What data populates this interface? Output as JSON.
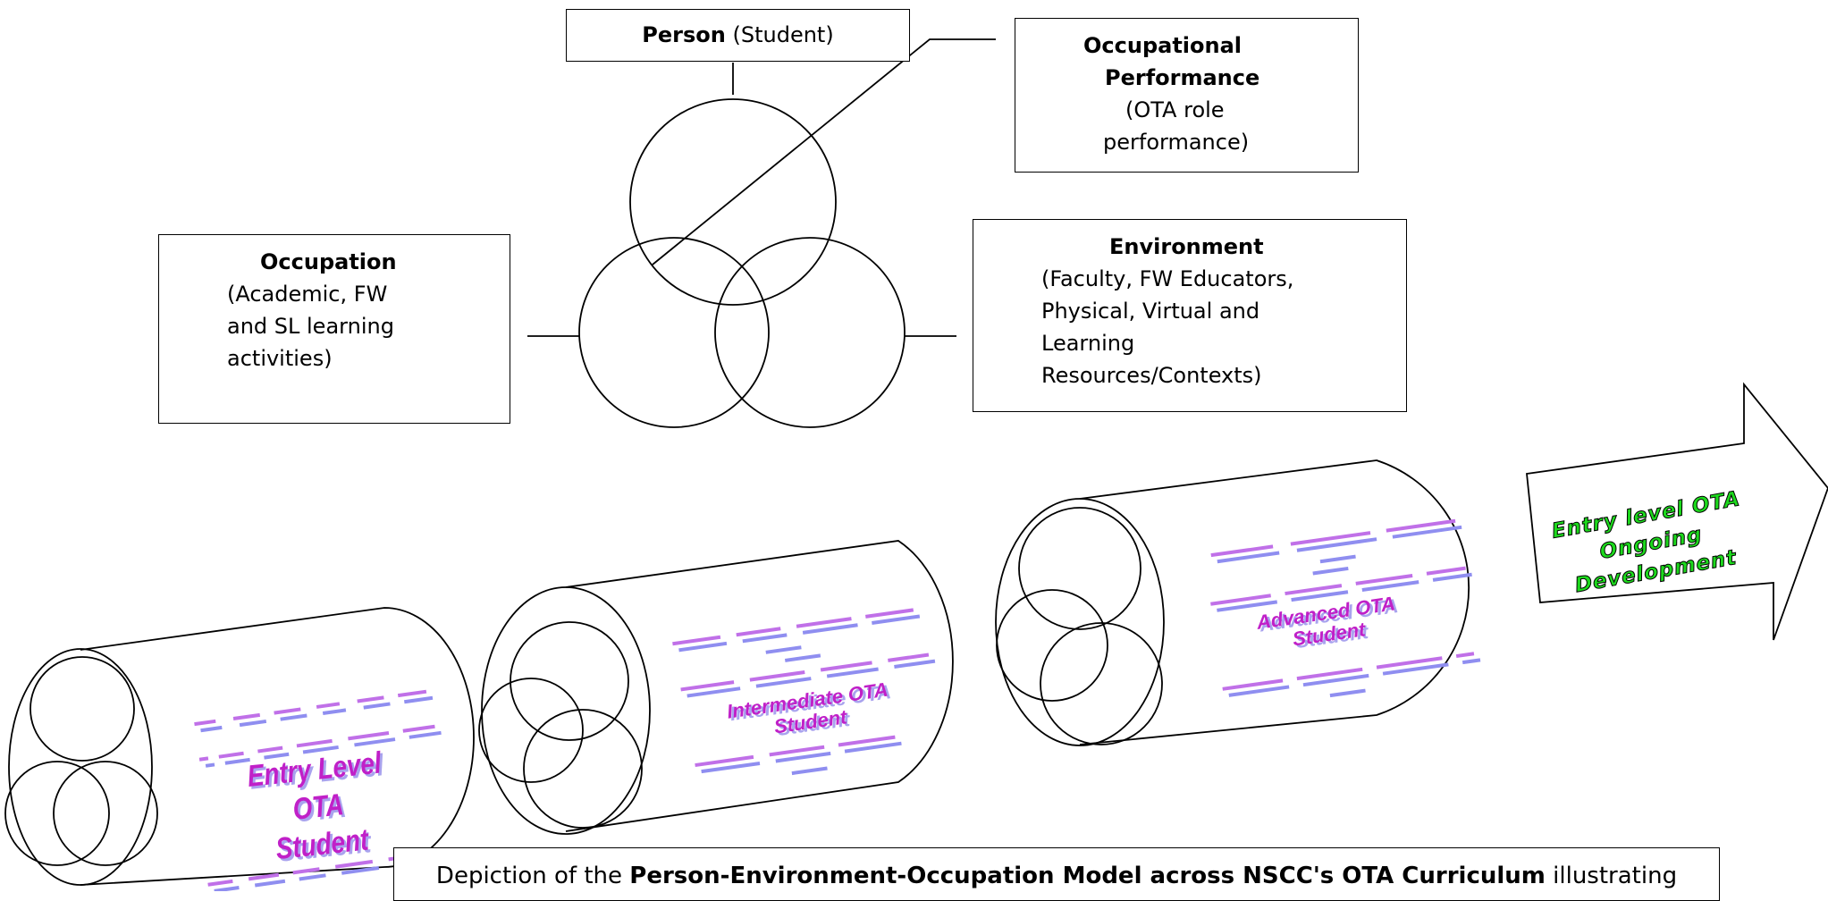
{
  "pe_model": {
    "person": {
      "bold": "Person",
      "rest": " (Student)"
    },
    "occupational_performance": {
      "line1": "Occupational",
      "line2": "Performance",
      "line3": "(OTA role",
      "line4": "performance)"
    },
    "occupation": {
      "title": "Occupation",
      "line1": "(Academic, FW",
      "line2": "and SL learning",
      "line3": "activities)"
    },
    "environment": {
      "title": "Environment",
      "line1": "(Faculty, FW Educators,",
      "line2": "Physical, Virtual and",
      "line3": "Learning",
      "line4": "Resources/Contexts)"
    }
  },
  "stages": [
    {
      "line1": "Entry Level OTA",
      "line2": "Student"
    },
    {
      "line1": "Intermediate OTA",
      "line2": "Student"
    },
    {
      "line1": "Advanced OTA",
      "line2": "Student"
    }
  ],
  "arrow": {
    "line1": "Entry level OTA",
    "line2": "Ongoing",
    "line3": "Development"
  },
  "caption": {
    "pre": "Depiction of the ",
    "bold": "Person-Environment-Occupation Model across NSCC's OTA Curriculum",
    "post": " illustrating"
  }
}
